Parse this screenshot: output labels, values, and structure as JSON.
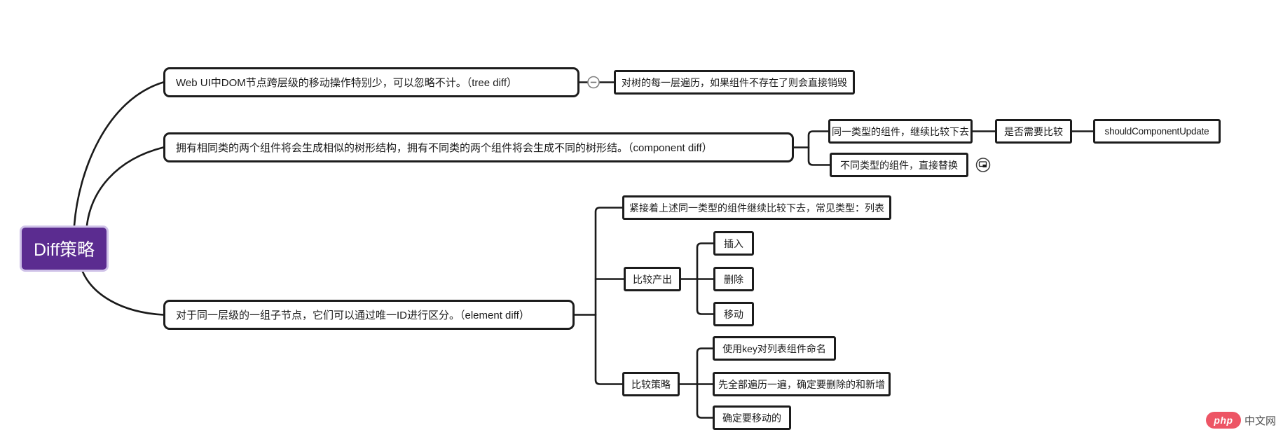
{
  "root": {
    "label": "Diff策略"
  },
  "tree_diff": {
    "topic": "Web UI中DOM节点跨层级的移动操作特别少，可以忽略不计。（tree diff）",
    "detail": "对树的每一层遍历，如果组件不存在了则会直接销毁"
  },
  "component_diff": {
    "topic": "拥有相同类的两个组件将会生成相似的树形结构，拥有不同类的两个组件将会生成不同的树形结。（component diff）",
    "same_type": "同一类型的组件，继续比较下去",
    "need_compare": "是否需要比较",
    "method": "shouldComponentUpdate",
    "different_type": "不同类型的组件，直接替换"
  },
  "element_diff": {
    "topic": "对于同一层级的一组子节点，它们可以通过唯一ID进行区分。（element diff）",
    "list_note": "紧接着上述同一类型的组件继续比较下去，常见类型：列表",
    "compare_output": {
      "label": "比较产出",
      "items": [
        "插入",
        "删除",
        "移动"
      ]
    },
    "compare_strategy": {
      "label": "比较策略",
      "items": [
        "使用key对列表组件命名",
        "先全部遍历一遍，确定要删除的和新增",
        "确定要移动的"
      ]
    }
  },
  "icons": {
    "collapse": "minus-circle",
    "topic_link": "linked-topic-circle"
  },
  "colors": {
    "root_bg": "#5b2c90",
    "root_text": "#ffffff",
    "node_border": "#1c1c1c",
    "watermark_red": "#ed5565"
  },
  "watermark": {
    "logo": "php",
    "site": "中文网"
  }
}
